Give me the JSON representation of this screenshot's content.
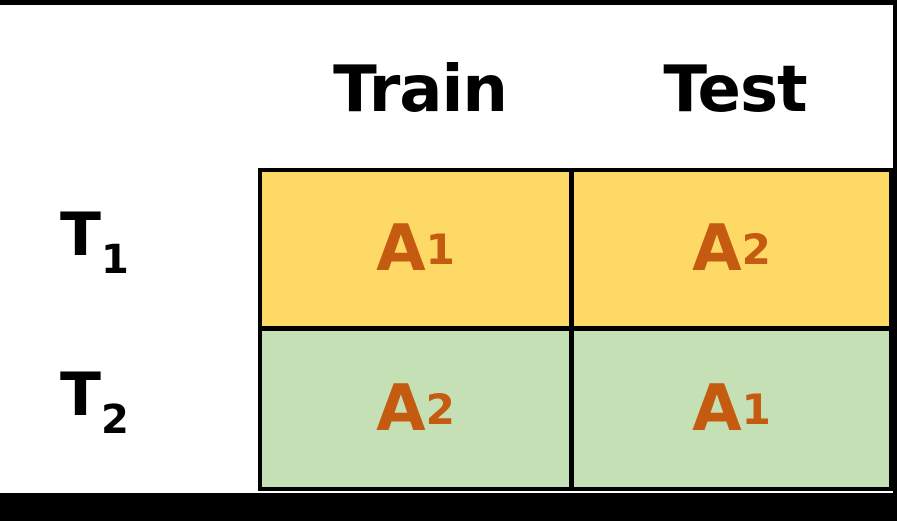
{
  "columns": [
    "Train",
    "Test"
  ],
  "rows": [
    {
      "label": "T",
      "label_sub": "1",
      "cells": [
        {
          "main": "A",
          "sub": "1"
        },
        {
          "main": "A",
          "sub": "2"
        }
      ]
    },
    {
      "label": "T",
      "label_sub": "2",
      "cells": [
        {
          "main": "A",
          "sub": "2"
        },
        {
          "main": "A",
          "sub": "1"
        }
      ]
    }
  ],
  "colors": {
    "row1_fill": "#FFD966",
    "row2_fill": "#C5E0B4",
    "cell_text": "#C55A11",
    "border": "#000000"
  }
}
